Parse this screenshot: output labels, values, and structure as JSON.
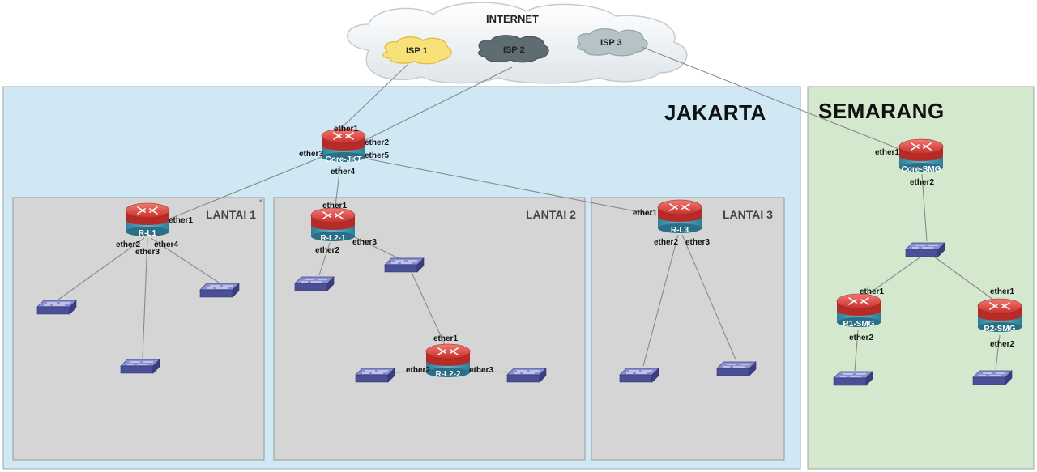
{
  "internet": {
    "title": "INTERNET",
    "isps": [
      {
        "id": "isp1",
        "label": "ISP 1",
        "fill": "#f7e27a",
        "stroke": "#e0b73a",
        "text": "#333333"
      },
      {
        "id": "isp2",
        "label": "ISP 2",
        "fill": "#5f6c72",
        "stroke": "#4a555b",
        "text": "#222222"
      },
      {
        "id": "isp3",
        "label": "ISP 3",
        "fill": "#b5c3c6",
        "stroke": "#93a3a7",
        "text": "#222222"
      }
    ]
  },
  "regions": {
    "jakarta": {
      "title": "JAKARTA",
      "color": "#cfe8f3"
    },
    "semarang": {
      "title": "SEMARANG",
      "color": "#d3e8cd"
    }
  },
  "floors": [
    {
      "id": "lantai1",
      "title": "LANTAI 1"
    },
    {
      "id": "lantai2",
      "title": "LANTAI 2"
    },
    {
      "id": "lantai3",
      "title": "LANTAI 3"
    }
  ],
  "devices": [
    {
      "id": "core-jkt",
      "type": "router",
      "label": "Core-JKT"
    },
    {
      "id": "r-l1",
      "type": "router",
      "label": "R-L1"
    },
    {
      "id": "r-l2-1",
      "type": "router",
      "label": "R-L2-1"
    },
    {
      "id": "r-l2-2",
      "type": "router",
      "label": "R-L2-2"
    },
    {
      "id": "r-l3",
      "type": "router",
      "label": "R-L3"
    },
    {
      "id": "core-smg",
      "type": "router",
      "label": "Core-SMG"
    },
    {
      "id": "r1-smg",
      "type": "router",
      "label": "R1-SMG"
    },
    {
      "id": "r2-smg",
      "type": "router",
      "label": "R2-SMG"
    },
    {
      "id": "sw-l1-left",
      "type": "switch",
      "label": ""
    },
    {
      "id": "sw-l1-mid",
      "type": "switch",
      "label": ""
    },
    {
      "id": "sw-l1-right",
      "type": "switch",
      "label": ""
    },
    {
      "id": "sw-l2-a",
      "type": "switch",
      "label": ""
    },
    {
      "id": "sw-l2-b",
      "type": "switch",
      "label": ""
    },
    {
      "id": "sw-l2-c",
      "type": "switch",
      "label": ""
    },
    {
      "id": "sw-l2-d",
      "type": "switch",
      "label": ""
    },
    {
      "id": "sw-l3-left",
      "type": "switch",
      "label": ""
    },
    {
      "id": "sw-l3-right",
      "type": "switch",
      "label": ""
    },
    {
      "id": "sw-smg-core",
      "type": "switch",
      "label": ""
    },
    {
      "id": "sw-smg-1",
      "type": "switch",
      "label": ""
    },
    {
      "id": "sw-smg-2",
      "type": "switch",
      "label": ""
    }
  ],
  "ports": [
    {
      "id": "core-ether1",
      "text": "ether1"
    },
    {
      "id": "core-ether2",
      "text": "ether2"
    },
    {
      "id": "core-ether3",
      "text": "ether3"
    },
    {
      "id": "core-ether5",
      "text": "ether5"
    },
    {
      "id": "core-ether4",
      "text": "ether4"
    },
    {
      "id": "rl1-ether1",
      "text": "ether1"
    },
    {
      "id": "rl1-ether2",
      "text": "ether2"
    },
    {
      "id": "rl1-ether4",
      "text": "ether4"
    },
    {
      "id": "rl1-ether3",
      "text": "ether3"
    },
    {
      "id": "rl21-ether1",
      "text": "ether1"
    },
    {
      "id": "rl21-ether3",
      "text": "ether3"
    },
    {
      "id": "rl21-ether2",
      "text": "ether2"
    },
    {
      "id": "rl22-ether1",
      "text": "ether1"
    },
    {
      "id": "rl22-ether2",
      "text": "ether2"
    },
    {
      "id": "rl22-ether3",
      "text": "ether3"
    },
    {
      "id": "rl3-ether1",
      "text": "ether1"
    },
    {
      "id": "rl3-ether2",
      "text": "ether2"
    },
    {
      "id": "rl3-ether3",
      "text": "ether3"
    },
    {
      "id": "smg-ether1",
      "text": "ether1"
    },
    {
      "id": "smg-ether2",
      "text": "ether2"
    },
    {
      "id": "r1smg-ether1",
      "text": "ether1"
    },
    {
      "id": "r1smg-ether2",
      "text": "ether2"
    },
    {
      "id": "r2smg-ether1",
      "text": "ether1"
    },
    {
      "id": "r2smg-ether2",
      "text": "ether2"
    }
  ],
  "links": [
    [
      "isp1",
      "core-jkt"
    ],
    [
      "isp2",
      "core-jkt"
    ],
    [
      "isp3",
      "core-smg"
    ],
    [
      "core-jkt",
      "r-l1"
    ],
    [
      "core-jkt",
      "r-l2-1"
    ],
    [
      "core-jkt",
      "r-l3"
    ],
    [
      "r-l1",
      "sw-l1-left"
    ],
    [
      "r-l1",
      "sw-l1-mid"
    ],
    [
      "r-l1",
      "sw-l1-right"
    ],
    [
      "r-l2-1",
      "sw-l2-a"
    ],
    [
      "r-l2-1",
      "sw-l2-b"
    ],
    [
      "sw-l2-b",
      "r-l2-2"
    ],
    [
      "r-l2-2",
      "sw-l2-c"
    ],
    [
      "r-l2-2",
      "sw-l2-d"
    ],
    [
      "r-l3",
      "sw-l3-left"
    ],
    [
      "r-l3",
      "sw-l3-right"
    ],
    [
      "core-smg",
      "sw-smg-core"
    ],
    [
      "sw-smg-core",
      "r1-smg"
    ],
    [
      "sw-smg-core",
      "r2-smg"
    ],
    [
      "r1-smg",
      "sw-smg-1"
    ],
    [
      "r2-smg",
      "sw-smg-2"
    ]
  ],
  "colors": {
    "router_top": "#d9534f",
    "router_base": "#3f95b0",
    "switch_top": "#8a8fd0",
    "switch_side": "#4b4f97",
    "floor": "#d5d5d5",
    "link": "#8a8a8a"
  }
}
